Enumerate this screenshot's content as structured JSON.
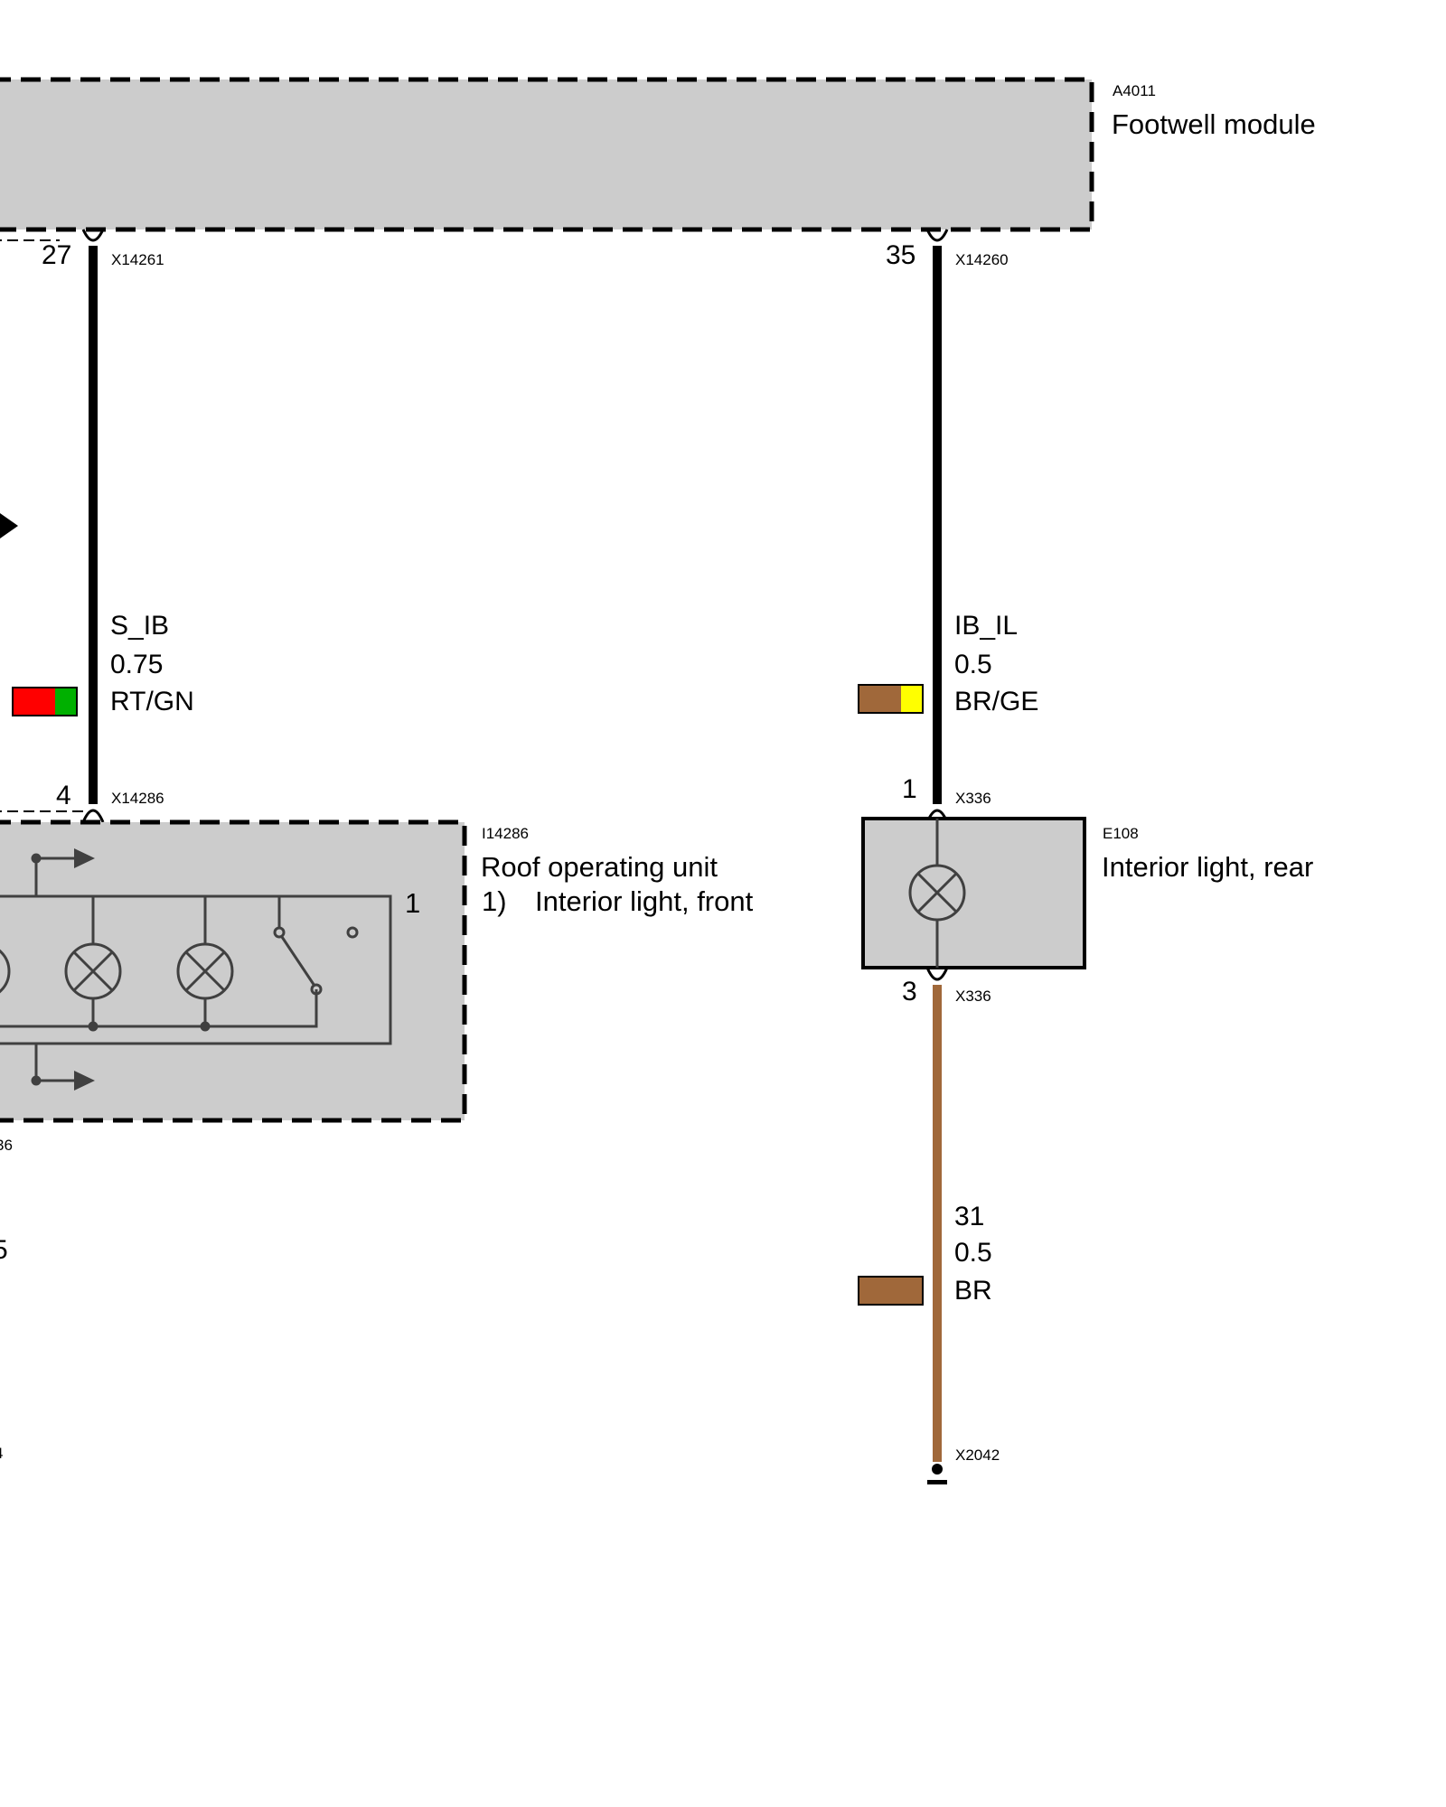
{
  "components": {
    "footwell_module": {
      "id": "A4011",
      "name": "Footwell module"
    },
    "roof_operating_unit": {
      "id": "I14286",
      "name": "Roof operating unit",
      "note_number": "1)",
      "note_text": "Interior light, front",
      "internal_pin": "1"
    },
    "interior_light_rear": {
      "id": "E108",
      "name": "Interior light, rear"
    }
  },
  "wires": {
    "s_ib": {
      "signal": "S_IB",
      "size": "0.75",
      "color_code": "RT/GN",
      "colors": [
        "#ff0000",
        "#00b000"
      ],
      "from_pin": "27",
      "from_connector": "X14261",
      "to_pin": "4",
      "to_connector": "X14286"
    },
    "ib_il": {
      "signal": "IB_IL",
      "size": "0.5",
      "color_code": "BR/GE",
      "colors": [
        "#a0683a",
        "#ffff00"
      ],
      "from_pin": "35",
      "from_connector": "X14260",
      "to_pin": "1",
      "to_connector": "X336"
    },
    "ground": {
      "signal": "31",
      "size": "0.5",
      "color_code": "BR",
      "colors": [
        "#a0683a"
      ],
      "from_pin": "3",
      "from_connector": "X336",
      "to_connector": "X2042"
    }
  },
  "cut_off_edge": {
    "connector_fragment": "36",
    "size_fragment": "5",
    "connector_fragment_2": "4"
  },
  "colors": {
    "module_fill": "#cccccc",
    "wire_black": "#000000",
    "wire_brown": "#a0683a",
    "symbol_gray": "#404040"
  }
}
